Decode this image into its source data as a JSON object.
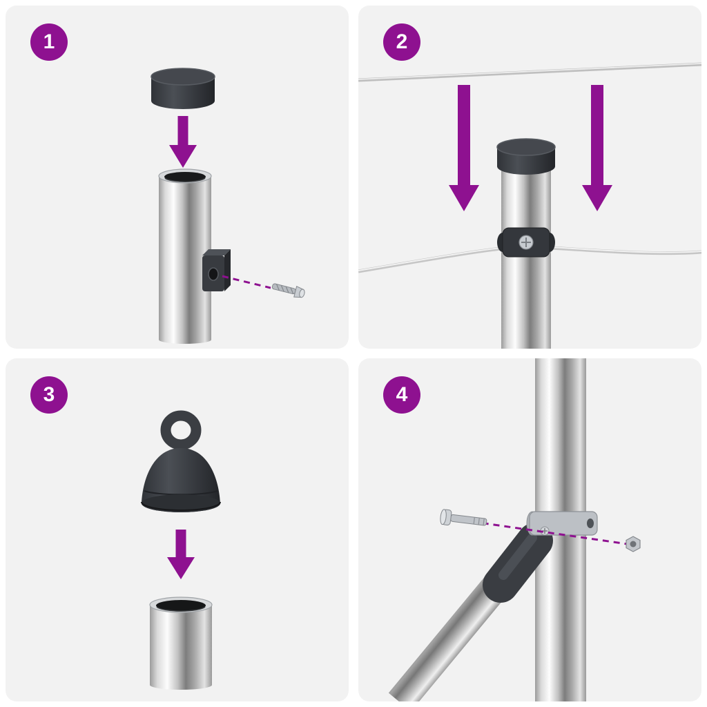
{
  "document_type": "assembly-instruction-sheet",
  "colors": {
    "accent": "#8e1190",
    "panel_bg": "#f2f2f2",
    "page_bg": "#ffffff",
    "cap_dark": "#3a3d42",
    "chrome_light": "#fdfdfd",
    "chrome_dark": "#7d7d7d"
  },
  "steps": [
    {
      "number": "1",
      "illustration": "fit-post-cap-and-screw-bracket",
      "parts": [
        "post-cap",
        "down-arrow-icon",
        "metal-post",
        "wire-holder-bracket",
        "screw",
        "dashed-guide-line"
      ]
    },
    {
      "number": "2",
      "illustration": "attach-tension-wires-to-capped-post",
      "parts": [
        "tension-wire-top",
        "down-arrow-icon-left",
        "down-arrow-icon-right",
        "capped-post",
        "wire-clamp",
        "tension-wire-bottom"
      ]
    },
    {
      "number": "3",
      "illustration": "fit-eyelet-cap-on-post",
      "parts": [
        "eyelet-cap",
        "down-arrow-icon",
        "metal-post"
      ]
    },
    {
      "number": "4",
      "illustration": "bolt-diagonal-brace-to-post",
      "parts": [
        "bolt",
        "main-post",
        "strap-clamp",
        "brace-connector",
        "diagonal-brace",
        "nut",
        "dashed-guide-line"
      ]
    }
  ]
}
